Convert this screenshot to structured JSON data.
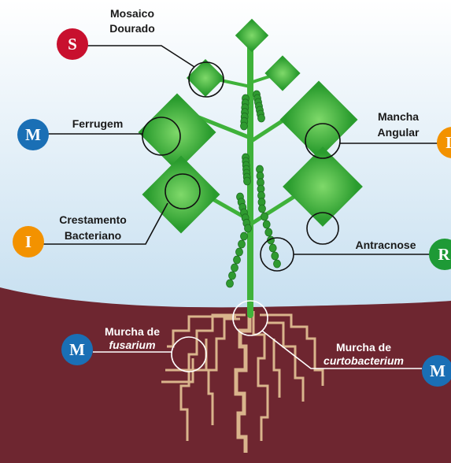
{
  "diseases": [
    {
      "id": "mosaico",
      "lines": [
        "Mosaico",
        "Dourado"
      ],
      "level": "S"
    },
    {
      "id": "ferrugem",
      "lines": [
        "Ferrugem"
      ],
      "level": "M"
    },
    {
      "id": "crestamento",
      "lines": [
        "Crestamento",
        "Bacteriano"
      ],
      "level": "I"
    },
    {
      "id": "mancha",
      "lines": [
        "Mancha",
        "Angular"
      ],
      "level": "I"
    },
    {
      "id": "antracnose",
      "lines": [
        "Antracnose"
      ],
      "level": "R"
    },
    {
      "id": "fusarium",
      "lines": [
        "Murcha de",
        "fusarium"
      ],
      "level": "M"
    },
    {
      "id": "curtobacterium",
      "lines": [
        "Murcha de",
        "curtobacterium"
      ],
      "level": "M"
    }
  ],
  "colors": {
    "sky_top": "#ffffff",
    "sky_bottom": "#c6dff0",
    "soil": "#6e2630",
    "plant_green": "#3fb23a",
    "plant_dark": "#1f8a27",
    "root": "#d9b48c",
    "badge_S": "#c8102e",
    "badge_M": "#1a6fb5",
    "badge_I": "#f39200",
    "badge_R": "#1e9a36"
  }
}
